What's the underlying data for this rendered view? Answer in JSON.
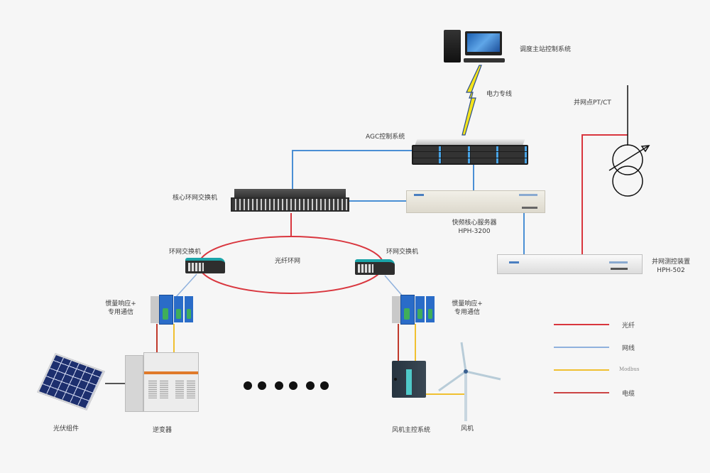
{
  "nodes": {
    "dispatch": {
      "label": "调度主站控制系统"
    },
    "power_line": {
      "label": "电力专线"
    },
    "agc": {
      "label": "AGC控制系统"
    },
    "core_switch": {
      "label": "核心环网交换机"
    },
    "freq_server": {
      "label": "快频核心服务器",
      "model": "HPH-3200"
    },
    "grid_ptct": {
      "label": "并网点PT/CT"
    },
    "grid_monitor": {
      "label": "并网测控装置",
      "model": "HPH-502"
    },
    "ring_switch_left": {
      "label": "环网交换机"
    },
    "ring_switch_right": {
      "label": "环网交换机"
    },
    "fiber_ring": {
      "label": "光纤环网"
    },
    "inertia_left": {
      "label_line1": "惯量响应+",
      "label_line2": "专用通信"
    },
    "inertia_right": {
      "label_line1": "惯量响应+",
      "label_line2": "专用通信"
    },
    "pv_module": {
      "label": "光伏组件"
    },
    "inverter": {
      "label": "逆变器"
    },
    "wind_controller": {
      "label": "风机主控系统"
    },
    "wind_turbine": {
      "label": "风机"
    },
    "ellipsis_dots": {
      "count": 6
    }
  },
  "legend": [
    {
      "label": "光纤",
      "color": "#d9363e"
    },
    {
      "label": "网线",
      "color": "#8fb1dd"
    },
    {
      "label": "Modbus",
      "color": "#f0c030"
    },
    {
      "label": "电缆",
      "color": "#cc4444"
    }
  ],
  "colors": {
    "fiber": "#d9363e",
    "ethernet": "#4a8fd4",
    "ethernet_light": "#8fb1dd",
    "modbus": "#f0c030",
    "cable": "#c0392b",
    "background": "#f6f6f6"
  }
}
